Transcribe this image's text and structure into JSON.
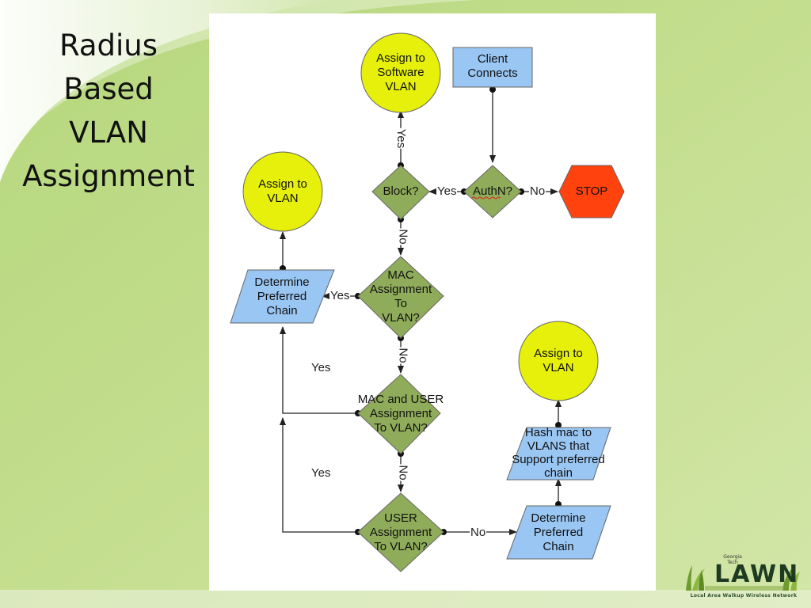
{
  "slide": {
    "title_lines": [
      "Radius",
      "Based",
      "VLAN",
      "Assignment"
    ]
  },
  "diagram": {
    "nodes": {
      "client_connects": {
        "shape": "rectangle",
        "lines": [
          "Client",
          "Connects"
        ],
        "fill": "#99c6f3"
      },
      "authn": {
        "shape": "diamond",
        "lines": [
          "AuthN?"
        ],
        "fill": "#8fac5a"
      },
      "stop": {
        "shape": "hexagon",
        "lines": [
          "STOP"
        ],
        "fill": "#ff420e"
      },
      "block": {
        "shape": "diamond",
        "lines": [
          "Block?"
        ],
        "fill": "#8fac5a"
      },
      "assign_software": {
        "shape": "circle",
        "lines": [
          "Assign to",
          "Software",
          "VLAN"
        ],
        "fill": "#e6f00a"
      },
      "mac_assignment": {
        "shape": "diamond",
        "lines": [
          "MAC",
          "Assignment",
          "To",
          "VLAN?"
        ],
        "fill": "#8fac5a"
      },
      "determine_chain_left": {
        "shape": "parallelogram",
        "lines": [
          "Determine",
          "Preferred",
          "Chain"
        ],
        "fill": "#99c6f3"
      },
      "assign_vlan_left": {
        "shape": "circle",
        "lines": [
          "Assign to",
          "VLAN"
        ],
        "fill": "#e6f00a"
      },
      "mac_user_assignment": {
        "shape": "diamond",
        "lines": [
          "MAC and USER",
          "Assignment",
          "To VLAN?"
        ],
        "fill": "#8fac5a"
      },
      "user_assignment": {
        "shape": "diamond",
        "lines": [
          "USER",
          "Assignment",
          "To VLAN?"
        ],
        "fill": "#8fac5a"
      },
      "determine_chain_right": {
        "shape": "parallelogram",
        "lines": [
          "Determine",
          "Preferred",
          "Chain"
        ],
        "fill": "#99c6f3"
      },
      "hash_mac": {
        "shape": "parallelogram",
        "lines": [
          "Hash mac to",
          "VLANS that",
          "Support preferred",
          "chain"
        ],
        "fill": "#99c6f3"
      },
      "assign_vlan_right": {
        "shape": "circle",
        "lines": [
          "Assign to",
          "VLAN"
        ],
        "fill": "#e6f00a"
      }
    },
    "edge_labels": {
      "authn_yes": "Yes",
      "authn_no": "No",
      "block_yes": "Yes",
      "block_no": "No",
      "mac_yes": "Yes",
      "mac_no": "No",
      "mac_user_yes": "Yes",
      "mac_user_no": "No",
      "user_yes": "Yes",
      "user_no": "No"
    },
    "colors": {
      "rect_fill": "#99c6f3",
      "diamond_fill": "#8fac5a",
      "circle_fill": "#e6f00a",
      "stop_fill": "#ff420e",
      "line": "#222222"
    }
  },
  "logo": {
    "wordmark": "LAWN",
    "institution_lines": [
      "Georgia",
      "Tech"
    ],
    "tagline": "Local Area Walkup Wireless Network"
  }
}
